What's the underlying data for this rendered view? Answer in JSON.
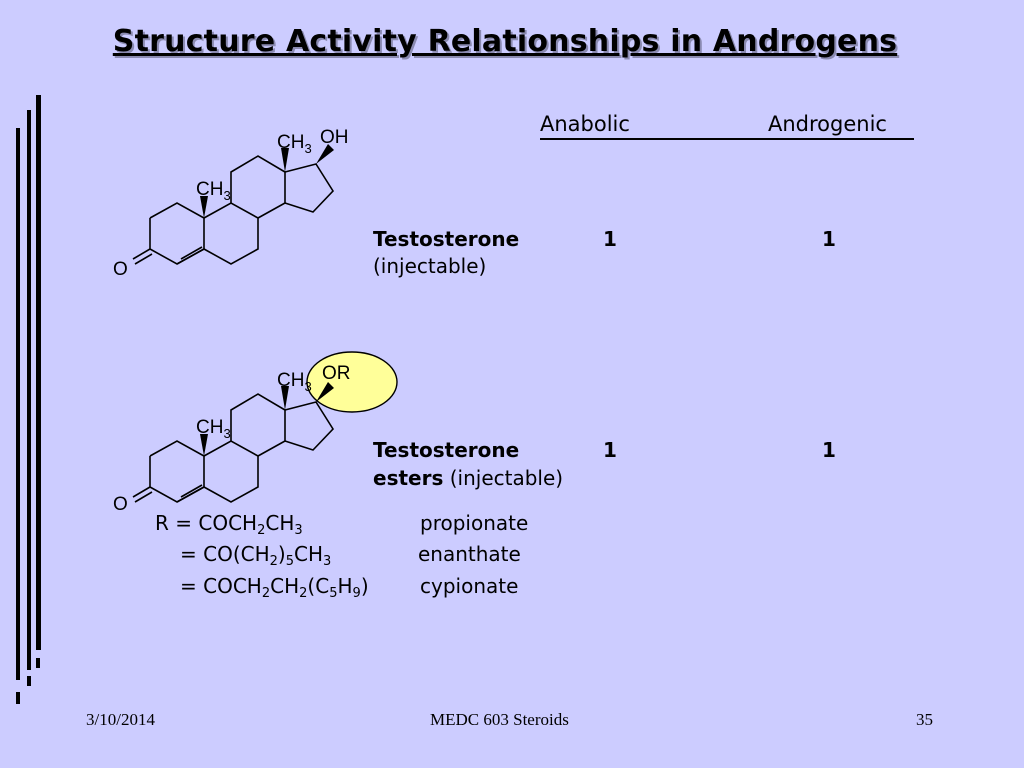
{
  "slide": {
    "title": "Structure Activity Relationships in Androgens",
    "headers": {
      "anabolic": "Anabolic",
      "androgenic": "Androgenic"
    }
  },
  "compounds": [
    {
      "name": "Testosterone",
      "route": "(injectable)",
      "anabolic": "1",
      "androgenic": "1",
      "structure_labels": {
        "methyl_top": "CH3",
        "methyl_mid": "CH3",
        "substituent": "OH",
        "ketone": "O"
      }
    },
    {
      "name": "Testosterone",
      "name_line2": "esters",
      "route": "(injectable)",
      "anabolic": "1",
      "androgenic": "1",
      "structure_labels": {
        "methyl_top": "CH3",
        "methyl_mid": "CH3",
        "substituent": "OR",
        "ketone": "O"
      },
      "esters": [
        {
          "prefix": "R = ",
          "formula": "COCH2CH3",
          "name": "propionate"
        },
        {
          "prefix": "= ",
          "formula": "CO(CH2)5CH3",
          "name": "enanthate"
        },
        {
          "prefix": "= ",
          "formula": "COCH2CH2(C5H9)",
          "name": "cypionate"
        }
      ]
    }
  ],
  "footer": {
    "date": "3/10/2014",
    "course": "MEDC 603 Steroids",
    "page": "35"
  },
  "colors": {
    "background": "#ccccff",
    "highlight": "#ffff99",
    "text": "#000000"
  }
}
